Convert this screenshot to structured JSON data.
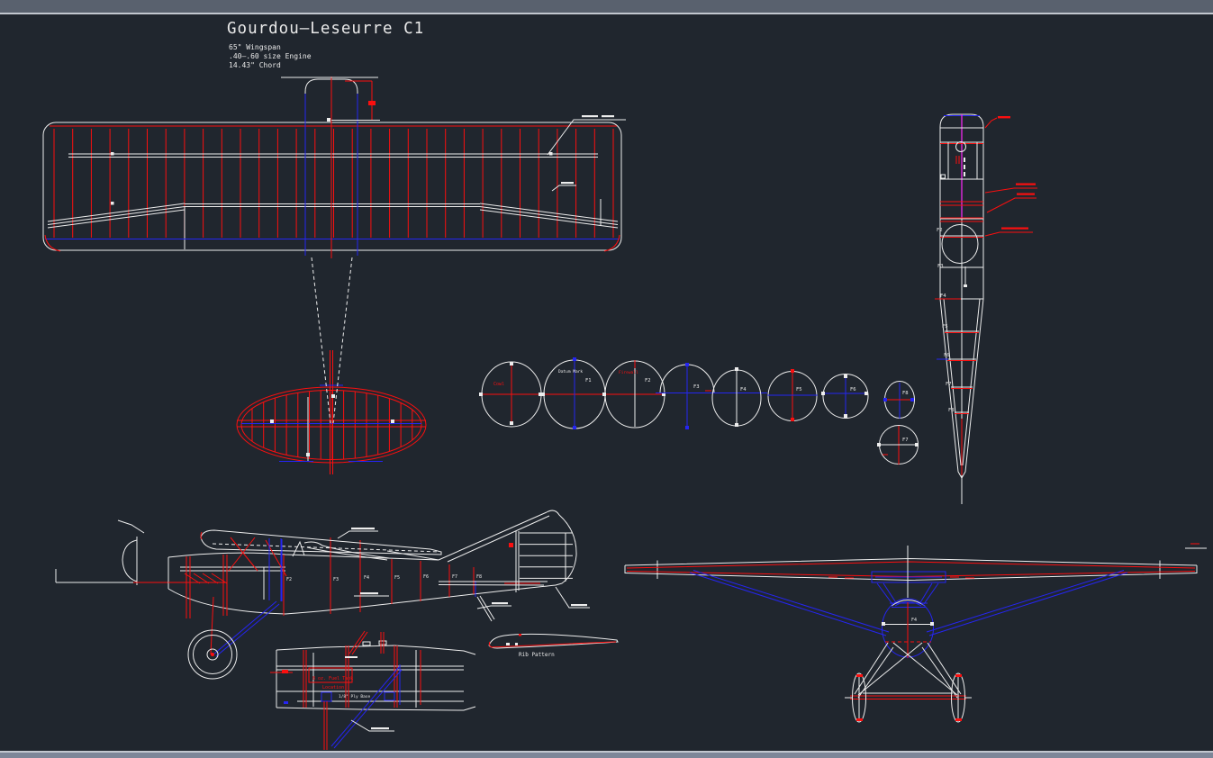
{
  "title_block": {
    "title": "Gourdou–Leseurre C1",
    "specs": {
      "wingspan": "65\" Wingspan",
      "engine": ".40–.60 size Engine",
      "chord": "14.43\" Chord"
    }
  },
  "formers": {
    "cowl": {
      "label": "Cowl"
    },
    "f1": {
      "label": "F1",
      "note": "Datum Mark"
    },
    "f2": {
      "label": "F2",
      "note": "Firewall"
    },
    "f3": {
      "label": "F3"
    },
    "f4": {
      "label": "F4"
    },
    "f5": {
      "label": "F5"
    },
    "f6": {
      "label": "F6"
    },
    "f7": {
      "label": "F7"
    },
    "f8": {
      "label": "F8"
    }
  },
  "fuselage_top_labels": {
    "f2": "F2",
    "f3": "F3",
    "f4": "F4",
    "f5": "F5",
    "f6": "F6",
    "f7": "F7",
    "f8": "F8"
  },
  "side_view_labels": {
    "f2": "F2",
    "f3": "F3",
    "f4": "F4",
    "f5": "F5",
    "f6": "F6",
    "f7": "F7",
    "f8": "F8"
  },
  "front_view_labels": {
    "f4": "F4"
  },
  "detail_notes": {
    "fuel_tank_1": "8 oz. Fuel Tank",
    "fuel_tank_2": "Location",
    "ply_base": "1/8\" Ply Base"
  },
  "rib_pattern_label": "Rib Pattern",
  "palette": {
    "canvas_bg": "#20262e",
    "frame": "#59616e",
    "frame_bottom": "#7d8698",
    "line_white": "#ededed",
    "line_red": "#fb0f0f",
    "line_blue": "#2525f2",
    "line_magenta": "#ee2bee"
  }
}
